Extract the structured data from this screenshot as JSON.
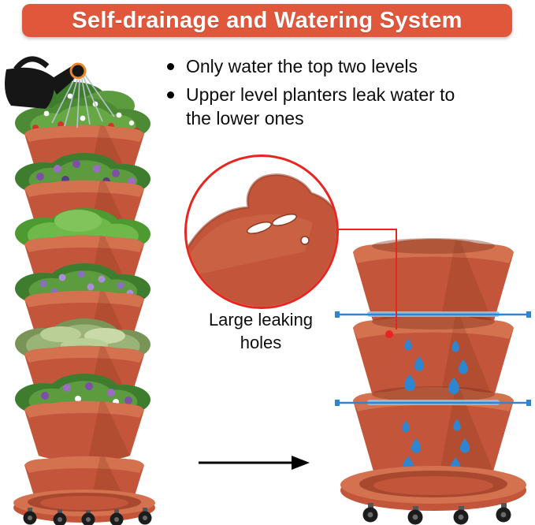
{
  "banner": {
    "title": "Self-drainage and Watering System"
  },
  "bullets": {
    "items": [
      "Only water the top two levels",
      "Upper level planters leak water to the lower ones"
    ]
  },
  "callout": {
    "label": "Large leaking holes"
  },
  "colors": {
    "banner_bg": "#e1573c",
    "banner_text": "#ffffff",
    "body_text": "#0d0d0d",
    "terracotta": "#c2553a",
    "terracotta_light": "#d4714f",
    "terracotta_dark": "#7e3018",
    "water_blue": "#2e86d0",
    "water_blue_light": "#8fc3ea",
    "callout_ring": "#e8251f",
    "leaf_green": "#4c8a35",
    "flower_purple": "#7d4fa8"
  },
  "icons": {
    "watering_can": "watering-can-icon",
    "water_drop": "water-drop-icon",
    "caster_wheel": "caster-wheel-icon",
    "flow_arrow": "flow-arrow-icon"
  }
}
